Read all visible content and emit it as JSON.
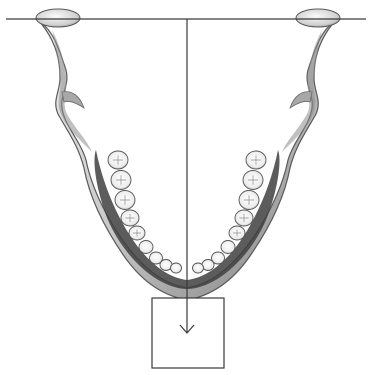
{
  "figure": {
    "subject": "mandible-occlusal-view",
    "colors": {
      "background": "#ffffff",
      "line": "#3a3a3a",
      "bone_light": "#e6e6e6",
      "bone_mid": "#b5b5b5",
      "bone_dark": "#6e6e6e",
      "gum": "#4a4a4a",
      "tooth": "#f4f4f4",
      "tooth_edge": "#555555"
    },
    "annotations": {
      "reference_line": "horizontal-condylar-line",
      "axis_line": "vertical-midline",
      "indicator_box": "downward-arrow-box",
      "arrow_icon": "arrow-down-icon"
    }
  }
}
